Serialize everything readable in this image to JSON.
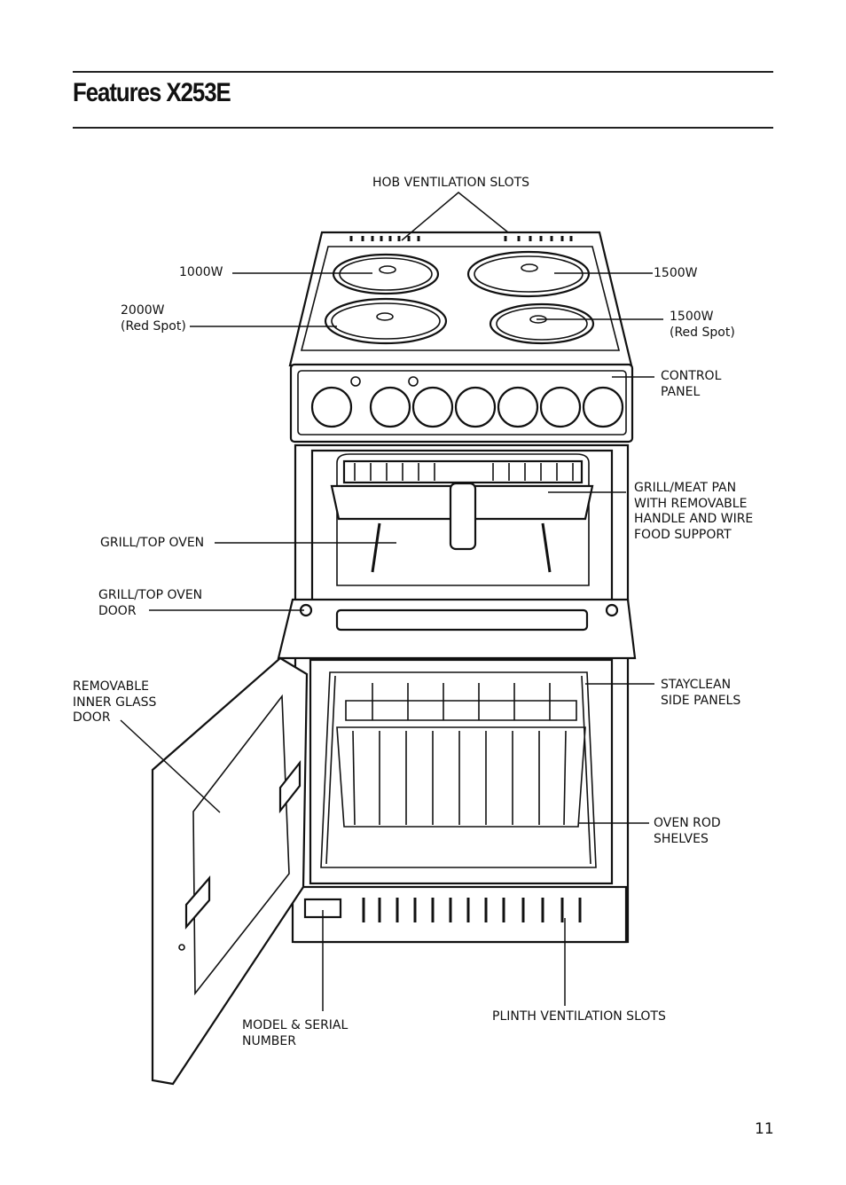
{
  "page": {
    "title": "Features X253E",
    "page_number": "11"
  },
  "labels": {
    "hob_ventilation_slots": "HOB VENTILATION SLOTS",
    "hotplate_1000w": "1000W",
    "hotplate_2000w": "2000W\n(Red Spot)",
    "hotplate_1500w_rear": "1500W",
    "hotplate_1500w_front": "1500W\n(Red Spot)",
    "control_panel": "CONTROL\nPANEL",
    "grill_meat_pan": "GRILL/MEAT PAN\nWITH REMOVABLE\nHANDLE AND WIRE\nFOOD SUPPORT",
    "grill_top_oven": "GRILL/TOP OVEN",
    "grill_top_oven_door": "GRILL/TOP OVEN\nDOOR",
    "removable_inner_glass_door": "REMOVABLE\nINNER GLASS\nDOOR",
    "stayclean_side_panels": "STAYCLEAN\nSIDE PANELS",
    "oven_rod_shelves": "OVEN ROD\nSHELVES",
    "model_serial_number": "MODEL & SERIAL\nNUMBER",
    "plinth_ventilation_slots": "PLINTH VENTILATION SLOTS"
  }
}
